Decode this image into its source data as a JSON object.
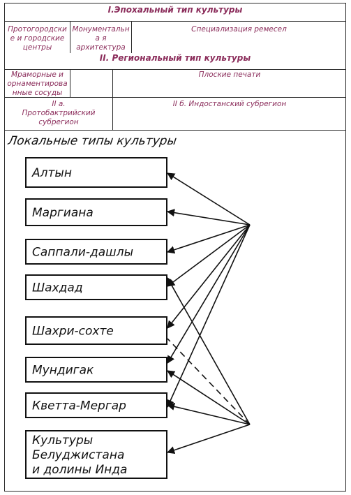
{
  "header": {
    "title_1": "I.Эпохальный тип культуры",
    "row1": {
      "c1": [
        "Протогородски",
        "е и городские",
        "центры"
      ],
      "c2": [
        "Монументальн",
        "а я",
        "архитектура"
      ],
      "c3": "Специализация ремесел"
    },
    "title_2": "II. Региональный тип культуры",
    "row2": {
      "c1": [
        "Мраморные и",
        "орнаментирова",
        "нные сосуды"
      ],
      "c3": "Плоские печати"
    },
    "row3": {
      "c1": [
        "II а.",
        "Протобактрийский",
        "субрегион"
      ],
      "c2": "II б. Индостанский субрегион"
    }
  },
  "diagram": {
    "heading": "Локальные типы культуры",
    "boxes": [
      [
        "Алтын"
      ],
      [
        "Маргиана"
      ],
      [
        "Саппали-дашлы"
      ],
      [
        "Шахдад"
      ],
      [
        "Шахри-сохте"
      ],
      [
        "Мундигак"
      ],
      [
        "Кветта-Мергар"
      ],
      [
        "Культуры",
        "Белуджистана",
        "и долины Инда"
      ]
    ],
    "colors": {
      "text": "#8b2d5b",
      "ink": "#111111"
    }
  }
}
